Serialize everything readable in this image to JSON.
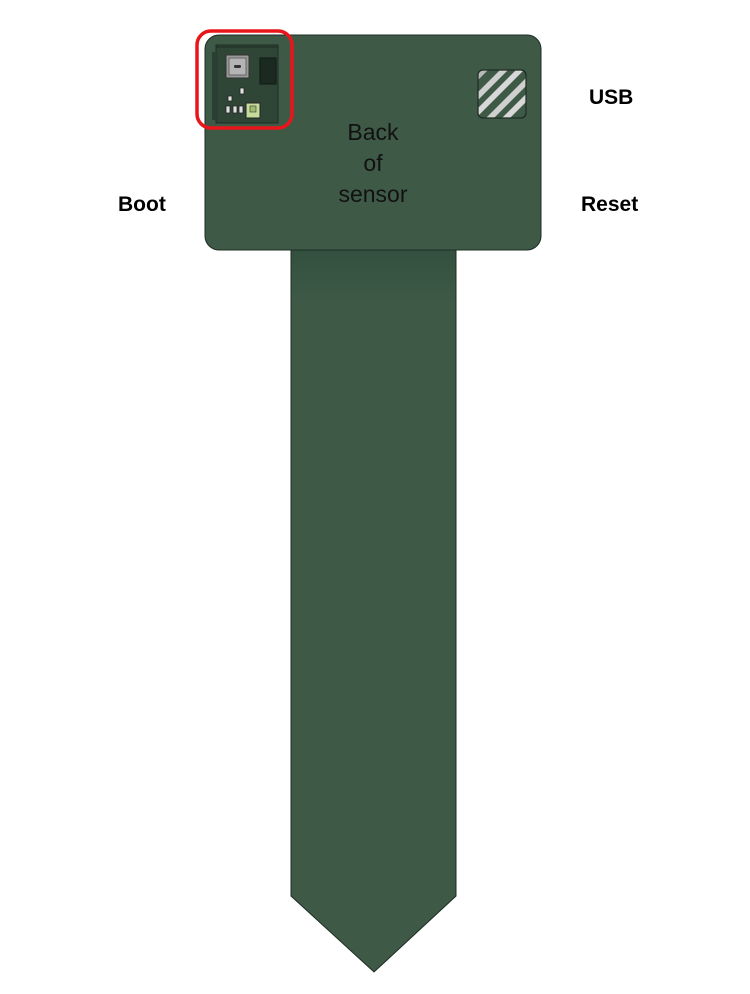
{
  "labels": {
    "usb": "USB",
    "boot": "Boot",
    "reset": "Reset"
  },
  "board_text": [
    "Back",
    "of",
    "sensor"
  ],
  "colors": {
    "board": "#3e5a47",
    "board_dark": "#2f4637",
    "board_outline": "#1e2c23",
    "highlight": "#e8161b",
    "usb_port": "#8c8c8c",
    "led": "#c6dc9c",
    "chip": "#1b2a21"
  },
  "icons": {
    "usb_connector": "square-usb-port-icon",
    "sensor_port": "striped-sensor-port-icon"
  }
}
